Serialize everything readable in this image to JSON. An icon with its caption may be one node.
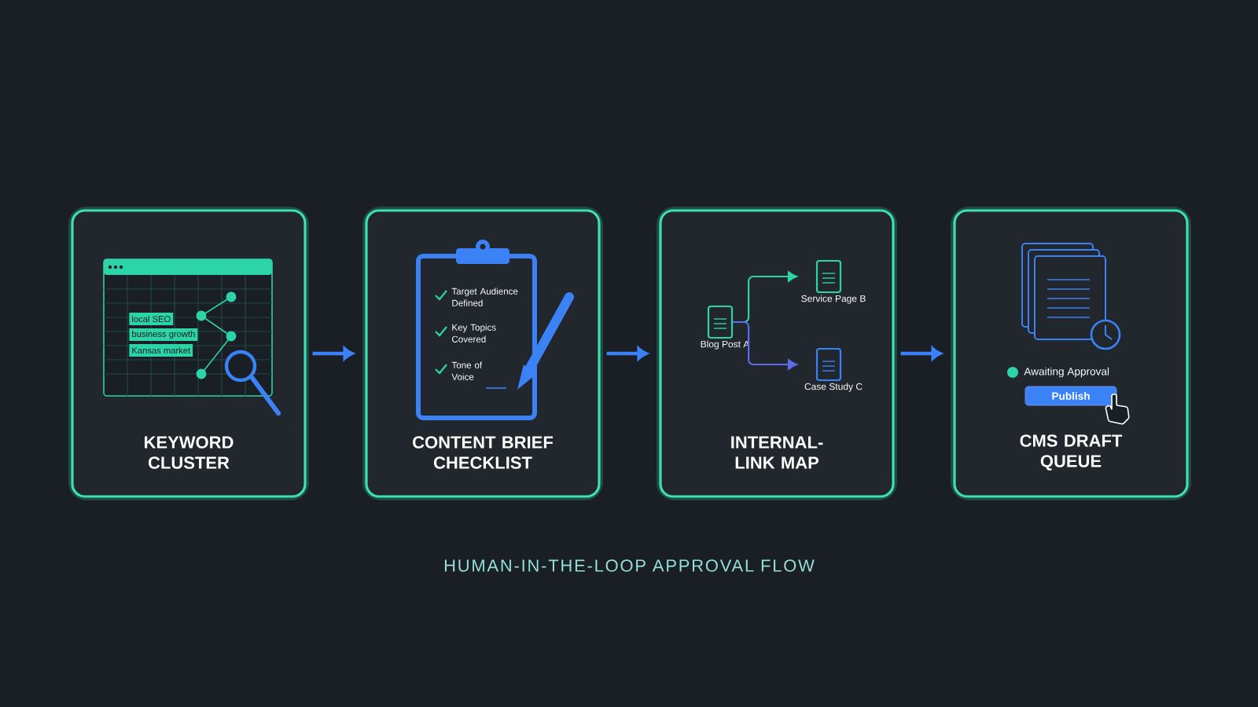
{
  "diagram": {
    "caption": "HUMAN-IN-THE-LOOP APPROVAL FLOW",
    "nodes": [
      {
        "text": [
          "KEYWORD CLUSTER"
        ]
      },
      {
        "text": [
          "local SEO"
        ],
        "in": 0
      },
      {
        "text": [
          "business growth"
        ],
        "in": 0
      },
      {
        "text": [
          "Kansas market"
        ],
        "in": 0
      },
      {
        "text": [
          "CONTENT BRIEF CHECKLIST"
        ]
      },
      {
        "text": [
          "INTERNAL-LINK MAP"
        ]
      },
      {
        "text": [
          "Blog Post A"
        ],
        "in": 5
      },
      {
        "text": [
          "Service Page B"
        ],
        "in": 5
      },
      {
        "text": [
          "Case Study C"
        ],
        "in": 5
      },
      {
        "text": [
          "CMS DRAFT QUEUE"
        ]
      },
      {
        "text": [
          "Publish"
        ],
        "in": 9
      }
    ],
    "edges": [
      {
        "from": 0,
        "to": 4,
        "arrow": "to"
      },
      {
        "from": 4,
        "to": 5,
        "arrow": "to"
      },
      {
        "from": 5,
        "to": 9,
        "arrow": "to"
      },
      {
        "from": 6,
        "to": 7,
        "arrow": "to",
        "color": "#2dd4a7"
      },
      {
        "from": 6,
        "to": 8,
        "arrow": "to",
        "color": "#5b6ee8"
      }
    ],
    "labels": [
      "Target Audience Defined",
      "Key Topics Covered",
      "Tone of Voice",
      "Awaiting Approval"
    ]
  }
}
